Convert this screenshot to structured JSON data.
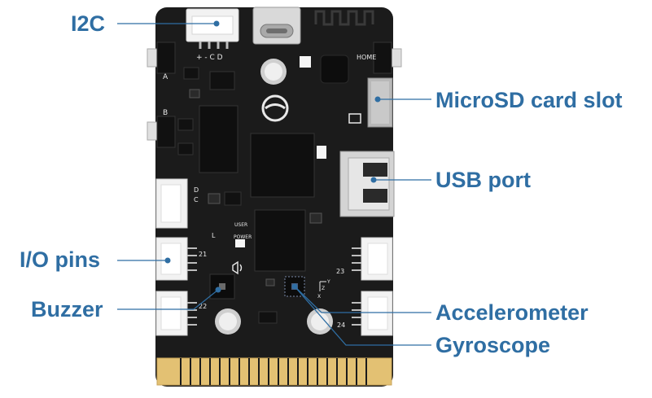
{
  "callouts": {
    "i2c": "I2C",
    "io_pins": "I/O pins",
    "buzzer": "Buzzer",
    "microsd": "MicroSD card slot",
    "usb_port": "USB port",
    "accelerometer": "Accelerometer",
    "gyroscope": "Gyroscope"
  },
  "silkscreen": {
    "i2c_pins": "+ - C D",
    "button_a": "A",
    "button_b": "B",
    "home": "HOME",
    "side_d": "D",
    "side_c": "C",
    "pin_21": "21",
    "pin_22": "22",
    "pin_23": "23",
    "pin_24": "24",
    "power": "POWER",
    "user": "USER",
    "axis_z": "Z",
    "axis_x": "X",
    "axis_y": "Y",
    "light_l": "L"
  },
  "colors": {
    "label": "#2f6ea3",
    "board": "#1b1b1b",
    "gold_edge": "#e3c173",
    "leader_line": "#2f6ea3"
  }
}
